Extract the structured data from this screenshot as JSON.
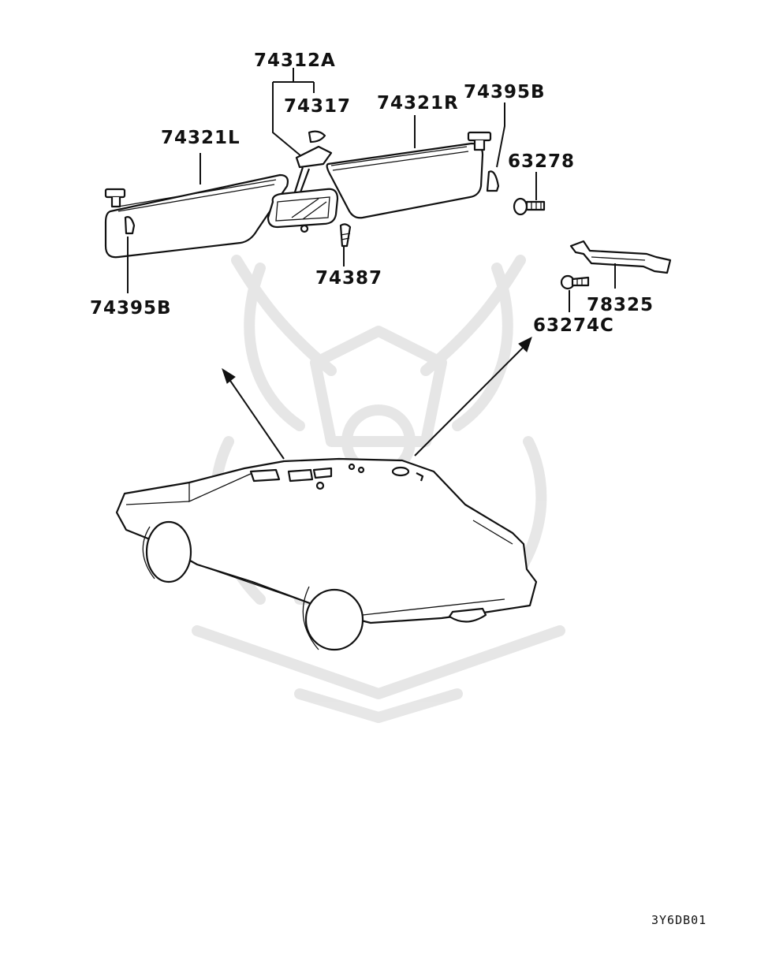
{
  "labels": {
    "p74312A": "74312A",
    "p74317": "74317",
    "p74321L": "74321L",
    "p74321R": "74321R",
    "p74395B_right": "74395B",
    "p63278": "63278",
    "p74395B_left": "74395B",
    "p74387": "74387",
    "p78325": "78325",
    "p63274C": "63274C"
  },
  "diagram_code": "3Y6DB01"
}
